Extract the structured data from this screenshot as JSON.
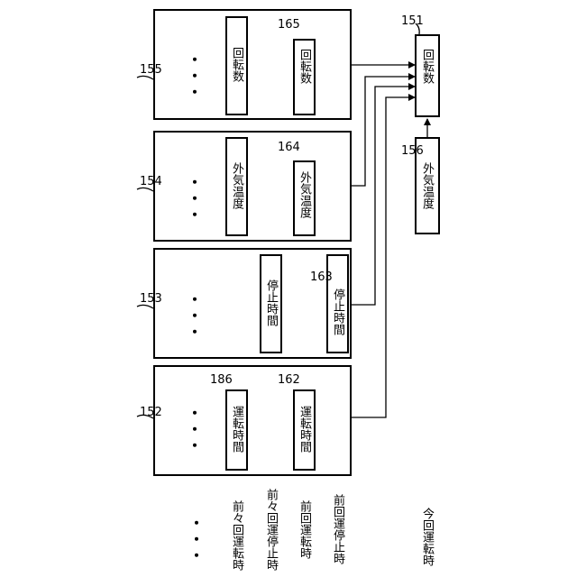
{
  "ellipsis": "・・・",
  "panels": {
    "p155": {
      "ref": "155",
      "col1_label": "回転数",
      "col2_ref": "165",
      "col2_label": "回転数"
    },
    "p154": {
      "ref": "154",
      "col1_label": "外気温度",
      "col2_ref": "164",
      "col2_label": "外気温度"
    },
    "p153": {
      "ref": "153",
      "col1_label": "停止時間",
      "col2_ref": "163",
      "col2_label": "停止時間"
    },
    "p152": {
      "ref": "152",
      "col1_ref": "186",
      "col1_label": "運転時間",
      "col2_ref": "162",
      "col2_label": "運転時間"
    }
  },
  "output": {
    "ref": "151",
    "label": "回転数"
  },
  "input": {
    "ref": "156",
    "label": "外気温度"
  },
  "timeline": {
    "col1": "前々回運転時",
    "col1b": "前々回運停止時",
    "col2": "前回運転時",
    "col2b": "前回運停止時",
    "current": "今回運転時"
  }
}
